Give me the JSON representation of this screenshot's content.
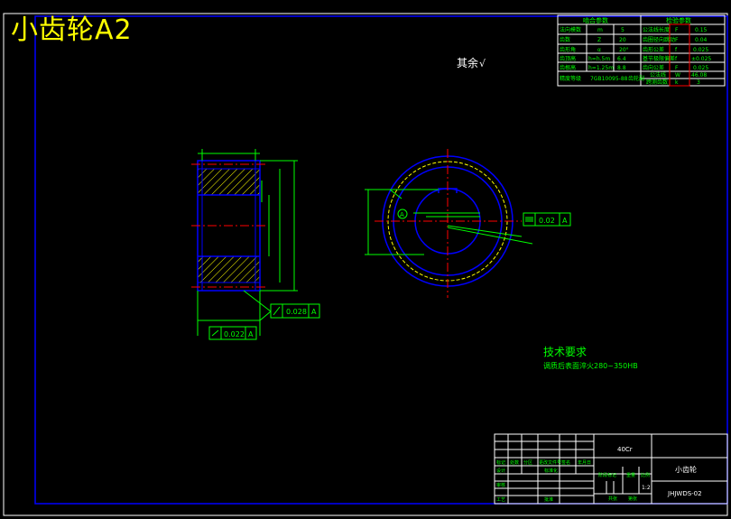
{
  "title": "小齿轮A2",
  "roughness_note": "其余",
  "roughness_symbol": "√",
  "tech": {
    "heading": "技术要求",
    "line1": "调质后表面淬火280~350HB"
  },
  "tolerances": {
    "runout": "0.028",
    "parallel": "0.022",
    "symmetry": "0.02",
    "datum": "A"
  },
  "param_table": {
    "left_header": "啮合参数",
    "right_header": "检验参数",
    "left_rows": [
      [
        "法向模数",
        "m",
        "5"
      ],
      [
        "齿数",
        "Z",
        "20"
      ],
      [
        "齿形角",
        "α",
        "20°"
      ],
      [
        "齿顶高",
        "h=h.5m",
        "6.4"
      ],
      [
        "齿根高",
        "h=1.25m",
        "8.8"
      ],
      [
        "精度等级",
        "",
        "7GB10095-88"
      ]
    ],
    "right_rows": [
      [
        "公法线长度",
        "F",
        "0.15"
      ],
      [
        "齿圈径向跳动",
        "F",
        "0.04"
      ],
      [
        "齿形公差",
        "f",
        "0.025"
      ],
      [
        "基节极限偏差",
        "f",
        "±0.025"
      ],
      [
        "齿向公差",
        "F",
        "0.025"
      ],
      [
        "公法线",
        "W",
        "46.08"
      ],
      [
        "跨测齿数",
        "k",
        "3"
      ]
    ],
    "extra_left": "齿轮副"
  },
  "title_block": {
    "material": "40Cr",
    "part_name": "小齿轮",
    "drawing_no": "JHJWDS-02",
    "scale": "1:2",
    "labels": [
      "标记",
      "处数",
      "分区",
      "更改文件号",
      "签名",
      "年月日"
    ],
    "roles": [
      "设计",
      "标准化",
      "审核",
      "工艺",
      "批准"
    ],
    "stage_labels": [
      "阶段标记",
      "重量",
      "比例"
    ],
    "sheet_labels": [
      "共张",
      "第张"
    ]
  },
  "colors": {
    "border": "#0000ff",
    "drawing": "#0000ff",
    "hatch": "#ffff00",
    "dim": "#00ff00",
    "center": "#ff00ff",
    "text": "#ffffff",
    "title": "#ffff00",
    "redline": "#ff0000"
  }
}
